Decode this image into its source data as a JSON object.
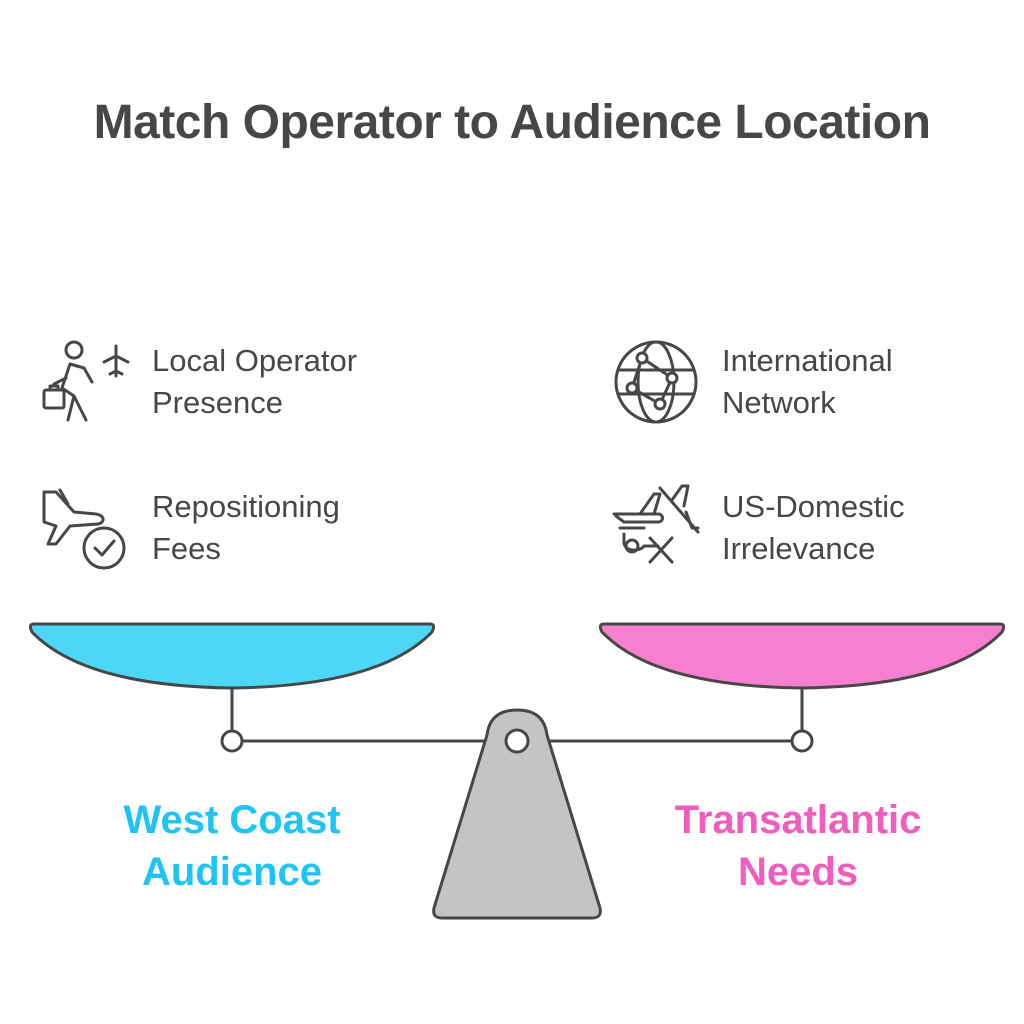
{
  "title": "Match Operator to Audience Location",
  "left": {
    "items": [
      {
        "label": "Local Operator\nPresence",
        "icon": "traveler-plane-icon"
      },
      {
        "label": "Repositioning\nFees",
        "icon": "plane-checkmark-icon"
      }
    ],
    "label": "West Coast\nAudience",
    "color": "#1ec4f4",
    "pan_color": "#4dd6f7"
  },
  "right": {
    "items": [
      {
        "label": "International\nNetwork",
        "icon": "globe-network-icon"
      },
      {
        "label": "US-Domestic\nIrrelevance",
        "icon": "domestic-flight-crossed-icon"
      }
    ],
    "label": "Transatlantic\nNeeds",
    "color": "#f25cbf",
    "pan_color": "#f77fd0"
  },
  "colors": {
    "text": "#474747",
    "stroke": "#474747",
    "fulcrum": "#c4c4c4"
  }
}
